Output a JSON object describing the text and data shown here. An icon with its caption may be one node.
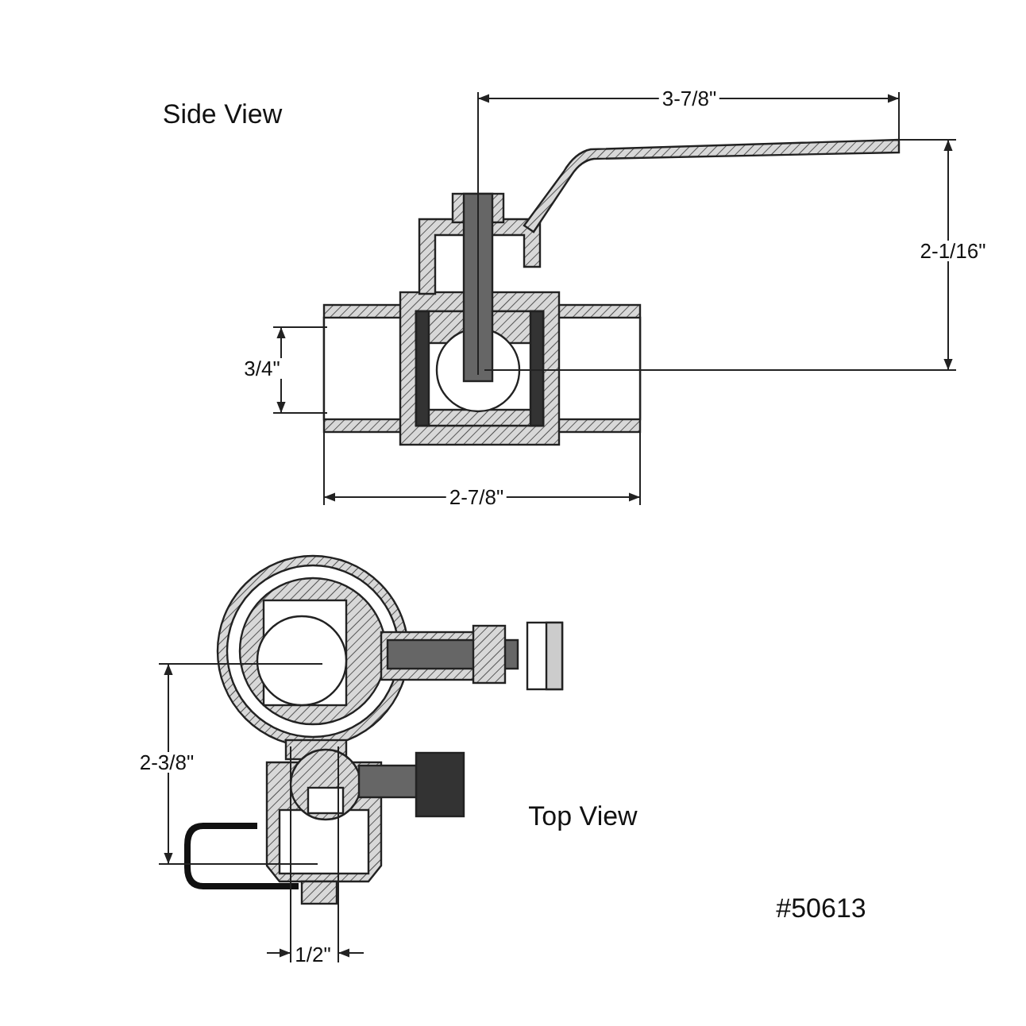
{
  "diagram": {
    "labels": [
      "Side View",
      "3-7/8\"",
      "2-1/16\"",
      "3/4\"",
      "2-7/8\"",
      "2-3/8\"",
      "Top View",
      "#50613",
      "1/2\""
    ]
  }
}
